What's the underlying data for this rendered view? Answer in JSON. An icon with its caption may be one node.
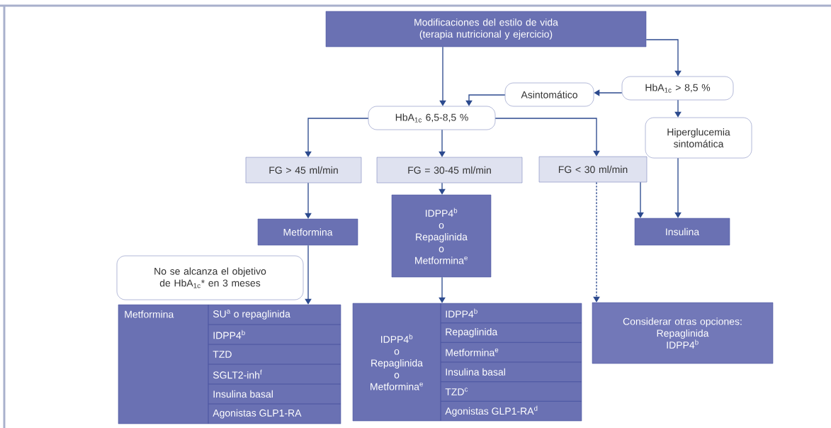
{
  "diagram": {
    "nodes": [
      {
        "text": [
          "Modificaciones del estilo de vida (terapia nutricional y ejercicio)"
        ]
      },
      {
        "text": [
          "HbA$_{1c}$ > 8,5 %"
        ]
      },
      {
        "text": [
          "Asintomático"
        ]
      },
      {
        "text": [
          "HbA$_{1c}$ 6,5-8,5 %"
        ]
      },
      {
        "text": [
          "Hiperglucemia sintomática"
        ]
      },
      {
        "text": [
          "FG > 45 ml/min"
        ]
      },
      {
        "text": [
          "FG = 30-45 ml/min"
        ]
      },
      {
        "text": [
          "FG < 30 ml/min"
        ]
      },
      {
        "text": [
          "Metformina"
        ]
      },
      {
        "text": [
          "IDPP4$^{b}$ o Repaglinida o Metformina$^{e}$"
        ]
      },
      {
        "text": [
          "Insulina"
        ]
      },
      {
        "text": [
          "No se alcanza el objetivo de HbA$_{1c}$* en 3 meses"
        ]
      },
      {
        "text": [
          "Metformina",
          "SU$^{a}$ o repaglinida",
          "IDPP4$^{b}$",
          "TZD",
          "SGLT2-inh$^{f}$",
          "Insulina basal",
          "Agonistas GLP1-RA"
        ]
      },
      {
        "text": [
          "IDPP4$^{b}$ o Repaglinida o Metformina$^{e}$",
          "IDPP4$^{b}$",
          "Repaglinida",
          "Metformina$^{e}$",
          "Insulina basal",
          "TZD$^{c}$",
          "Agonistas GLP1-RA$^{d}$"
        ]
      },
      {
        "text": [
          "Considerar otras opciones:",
          "Repaglinida",
          "IDPP4$^{b}$"
        ]
      }
    ],
    "edges": [
      {
        "from": 0,
        "to": 3,
        "arrow": "to"
      },
      {
        "from": 0,
        "to": 1,
        "arrow": "to"
      },
      {
        "from": 1,
        "to": 2,
        "arrow": "to"
      },
      {
        "from": 2,
        "to": 3,
        "arrow": "to"
      },
      {
        "from": 1,
        "to": 4,
        "arrow": "to"
      },
      {
        "from": 3,
        "to": 5,
        "arrow": "to"
      },
      {
        "from": 3,
        "to": 6,
        "arrow": "to"
      },
      {
        "from": 3,
        "to": 7,
        "arrow": "to"
      },
      {
        "from": 5,
        "to": 8,
        "arrow": "to"
      },
      {
        "from": 6,
        "to": 9,
        "arrow": "to"
      },
      {
        "from": 8,
        "to": 12,
        "arrow": "to"
      },
      {
        "from": 9,
        "to": 13,
        "arrow": "to"
      },
      {
        "from": 7,
        "to": 14,
        "arrow": "to",
        "style": "dashed"
      },
      {
        "from": 7,
        "to": 10,
        "arrow": "to"
      },
      {
        "from": 4,
        "to": 10,
        "arrow": "to"
      }
    ]
  }
}
